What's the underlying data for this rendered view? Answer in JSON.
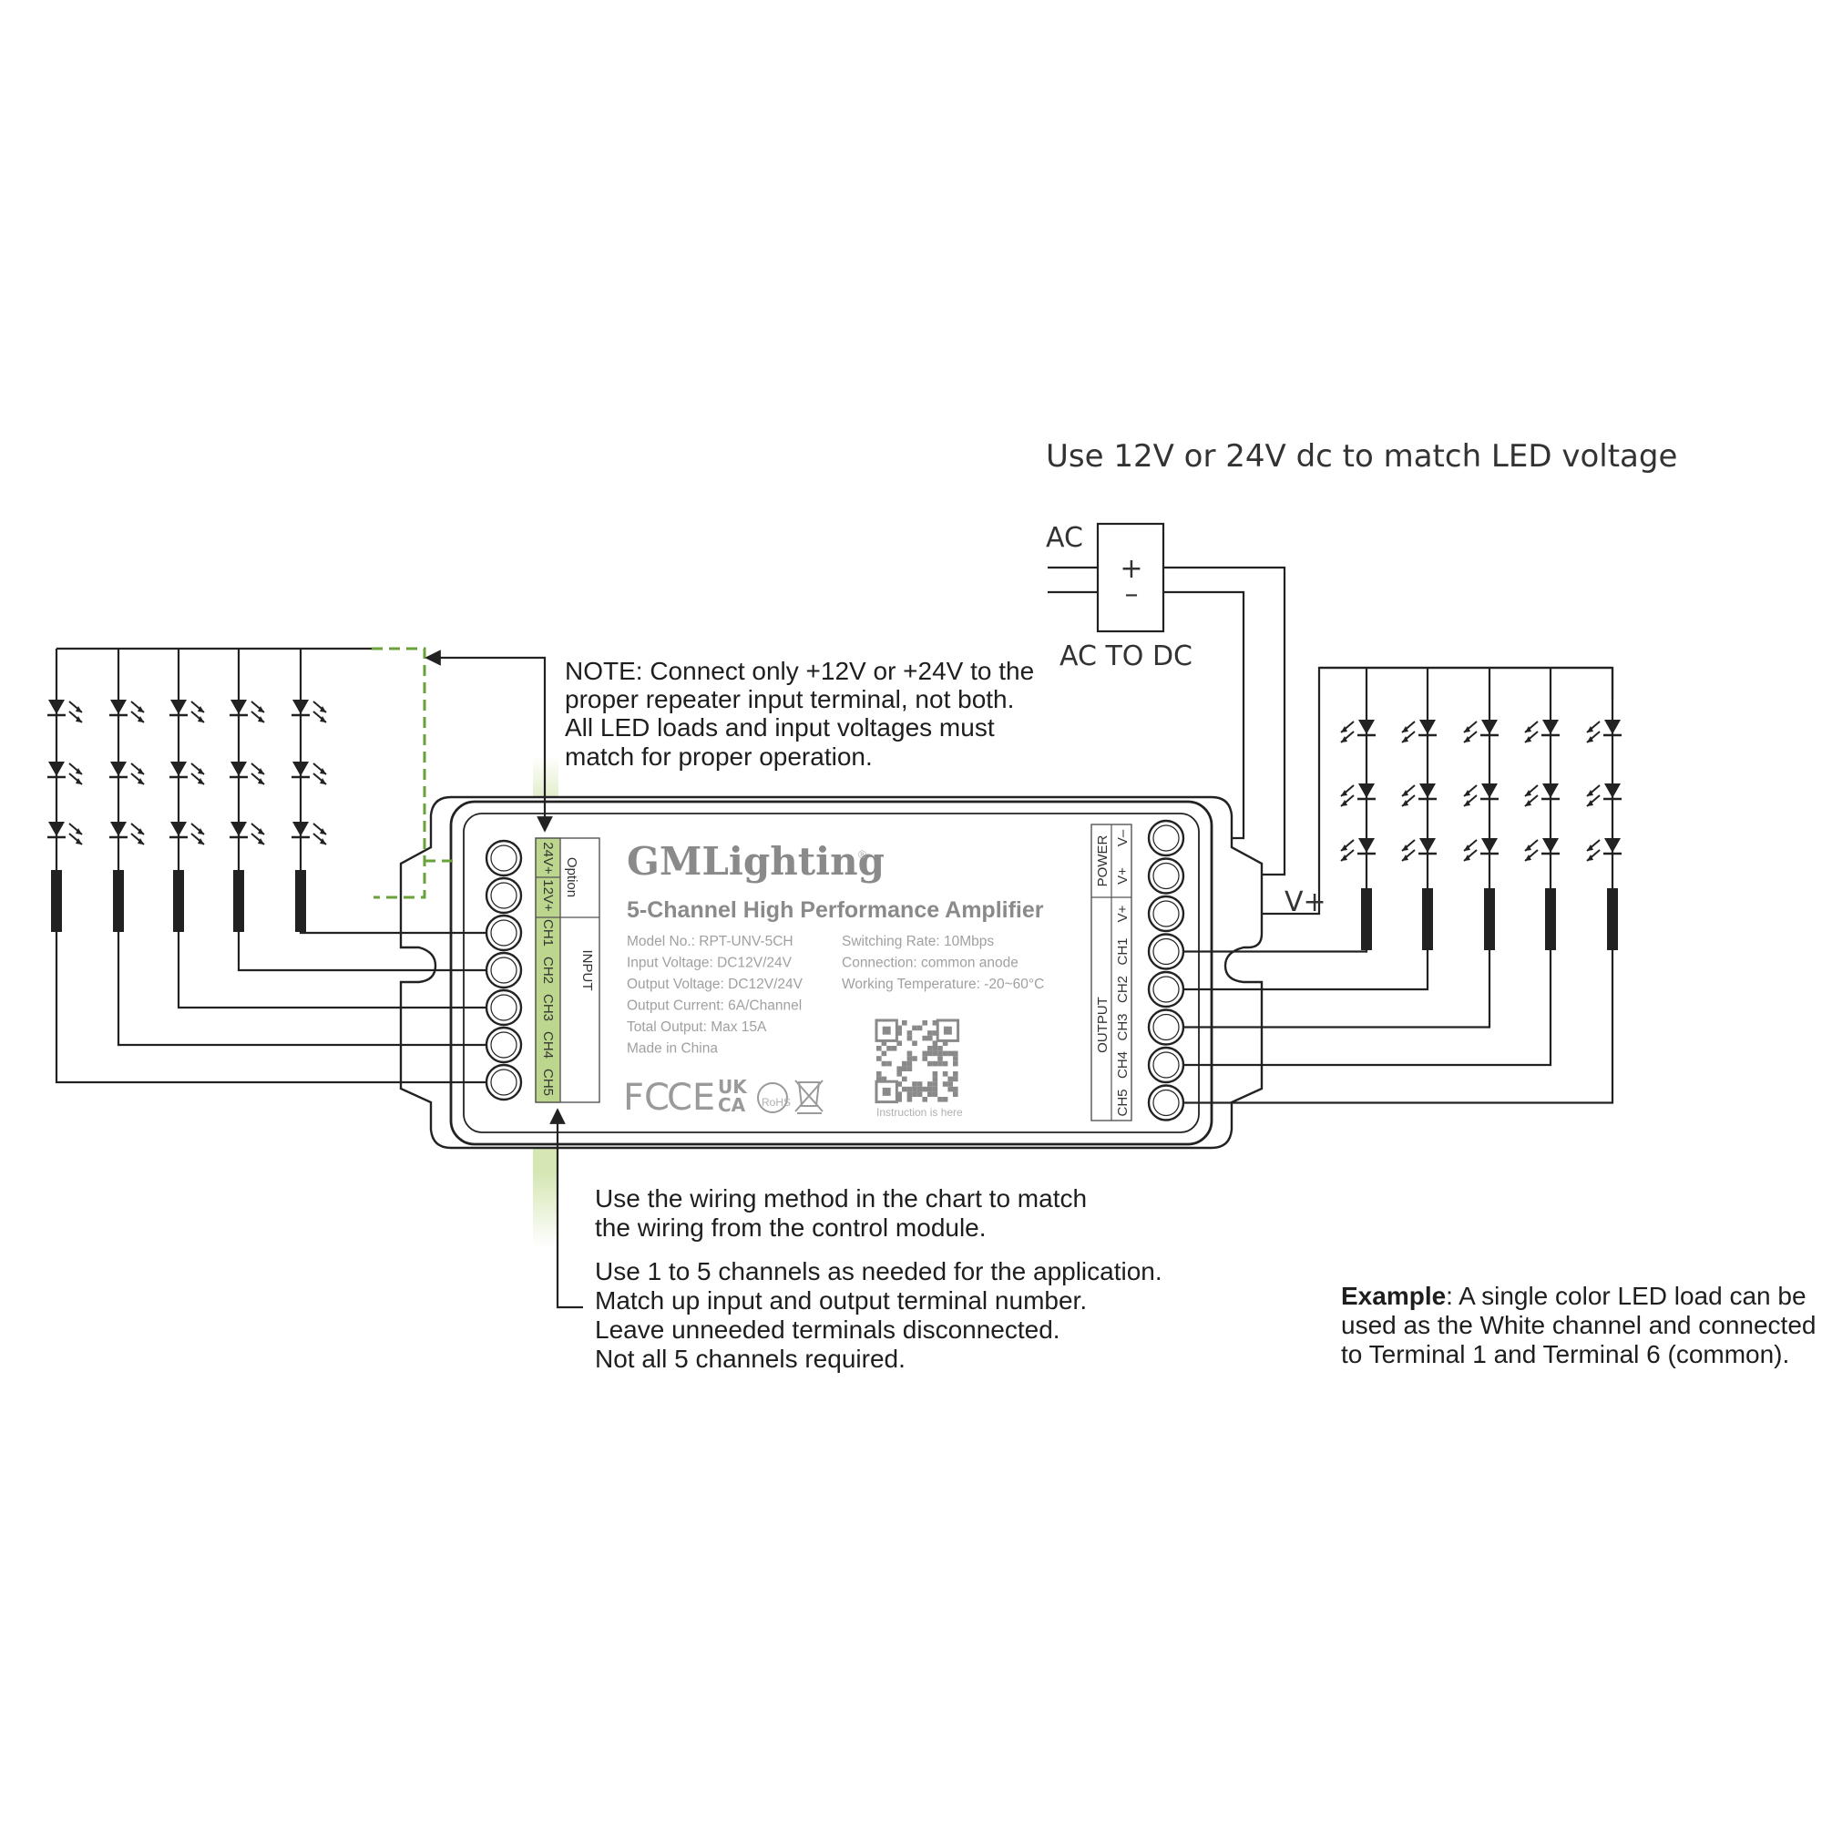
{
  "power_supply": {
    "heading": "Use 12V or 24V dc to match LED voltage",
    "ac_label": "AC",
    "plus": "+",
    "minus": "–",
    "caption": "AC TO DC"
  },
  "vplus_label": "V+",
  "notes": {
    "input_note": [
      "NOTE: Connect only +12V or +24V to the",
      "proper repeater input terminal, not both.",
      "All LED loads and input voltages must",
      "match for proper operation."
    ],
    "wiring_note": [
      "Use the wiring method in the chart to match",
      "the wiring from the control module."
    ],
    "channels_note": [
      "Use 1 to 5 channels as needed for the application.",
      "Match up input and output terminal number.",
      "Leave unneeded terminals disconnected.",
      "Not all 5 channels required."
    ],
    "example_bold": "Example",
    "example_lines": [
      ": A single color LED load can be",
      "used as the White channel and connected",
      "to Terminal 1 and Terminal 6 (common)."
    ]
  },
  "device": {
    "brand": "GMLighting",
    "registered": "®",
    "product": "5-Channel High Performance Amplifier",
    "specs_left": [
      "Model No.: RPT-UNV-5CH",
      "Input Voltage: DC12V/24V",
      "Output Voltage: DC12V/24V",
      "Output Current: 6A/Channel",
      "Total Output: Max 15A",
      "Made in China"
    ],
    "specs_right": [
      "Switching Rate: 10Mbps",
      "Connection: common anode",
      "Working Temperature: -20~60°C"
    ],
    "qr_caption": "Instruction is here",
    "certs": {
      "fc": "FC",
      "ce": "CE",
      "uk": "UK",
      "ca": "CA",
      "rohs": "RoHS"
    },
    "input_terminals": [
      "24V+",
      "12V+",
      "CH1",
      "CH2",
      "CH3",
      "CH4",
      "CH5"
    ],
    "input_option_label": "Option",
    "input_group_label": "INPUT",
    "output_terminals": [
      "V–",
      "V+",
      "V+",
      "CH1",
      "CH2",
      "CH3",
      "CH4",
      "CH5"
    ],
    "output_power_label": "POWER",
    "output_group_label": "OUTPUT",
    "colors": {
      "input_highlight": "#bcd68e",
      "green_glow": "#cfe3a8",
      "dashed_wire": "#6aa23a",
      "text_gray": "#8a8a8a"
    }
  },
  "icons": {
    "led_input_side": "led-diode-icon",
    "led_output_side": "led-diode-icon",
    "qr": "qr-code-icon",
    "weee": "crossed-bin-icon"
  }
}
